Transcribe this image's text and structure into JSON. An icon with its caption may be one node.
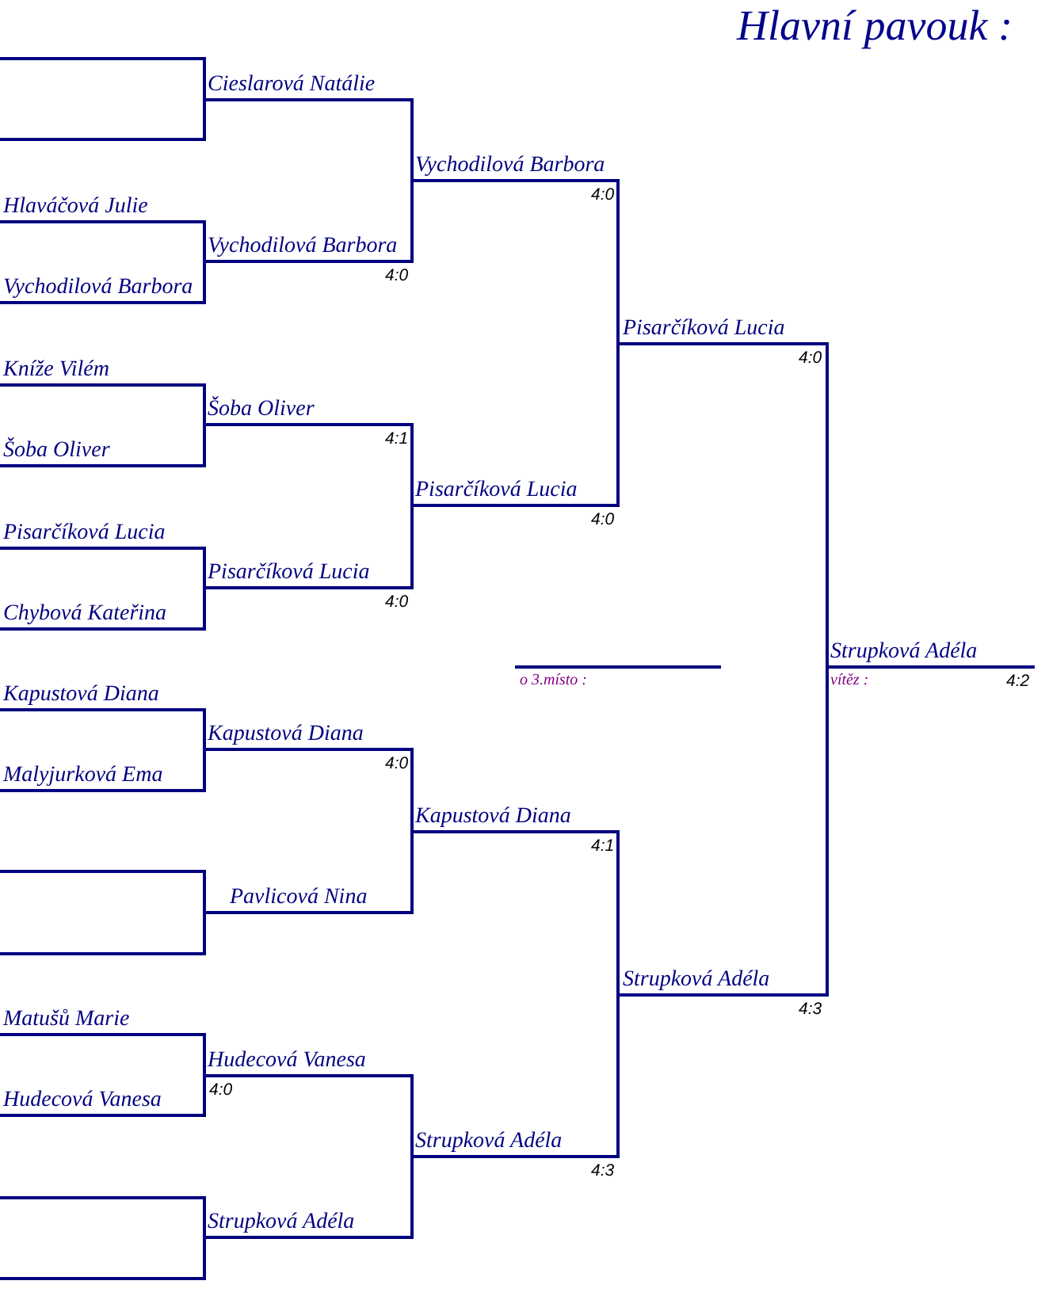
{
  "diagram": {
    "title": "Hlavní pavouk :",
    "labels": [
      "Cieslarová Natálie",
      "Vychodilová Barbora",
      "Hlaváčová Julie",
      "4:0",
      "Vychodilová Barbora",
      "Vychodilová Barbora",
      "4:0",
      "Pisarčíková Lucia",
      "Kníže Vilém",
      "4:0",
      "Šoba Oliver",
      "Šoba Oliver",
      "4:1",
      "Pisarčíková Lucia",
      "Pisarčíková Lucia",
      "4:0",
      "Pisarčíková Lucia",
      "Chybová Kateřina",
      "4:0",
      "Strupková Adéla",
      "Kapustová Diana",
      "o 3.místo :",
      "vítěz :",
      "4:2",
      "Kapustová Diana",
      "Malyjurková Ema",
      "4:0",
      "Kapustová Diana",
      "4:1",
      "Pavlicová Nina",
      "Strupková Adéla",
      "Matušů Marie",
      "4:3",
      "Hudecová Vanesa",
      "Hudecová Vanesa",
      "4:0",
      "Strupková Adéla",
      "4:3",
      "Strupková Adéla"
    ]
  }
}
